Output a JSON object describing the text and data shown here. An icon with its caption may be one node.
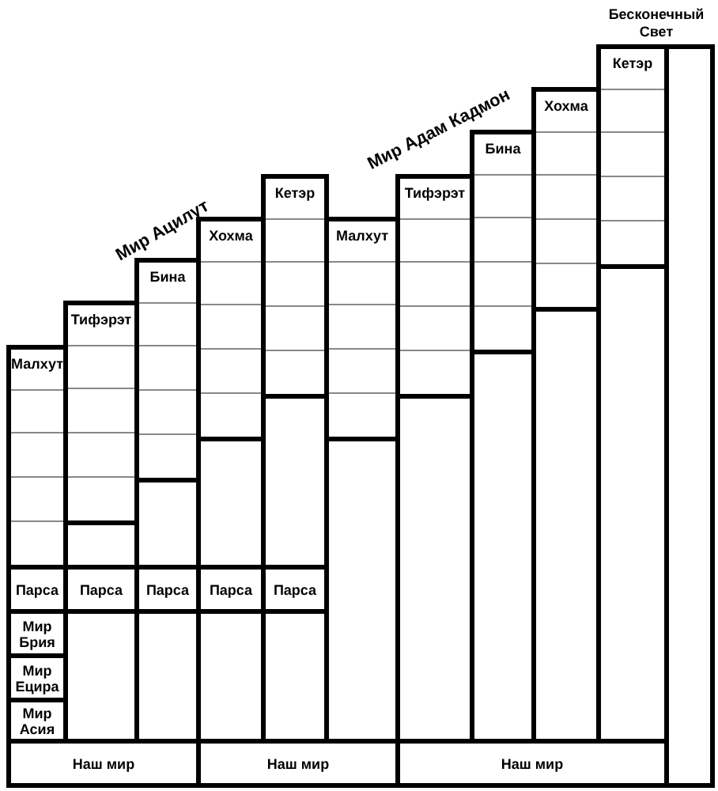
{
  "diagram": {
    "nodes": [
      {
        "text": [
          "Малхут"
        ]
      },
      {
        "text": [
          "Тифэрэт"
        ]
      },
      {
        "text": [
          "Бина"
        ]
      },
      {
        "text": [
          "Хохма"
        ]
      },
      {
        "text": [
          "Кетэр"
        ]
      },
      {
        "text": [
          "Малхут"
        ]
      },
      {
        "text": [
          "Тифэрэт"
        ]
      },
      {
        "text": [
          "Бина"
        ]
      },
      {
        "text": [
          "Хохма"
        ]
      },
      {
        "text": [
          "Кетэр"
        ]
      },
      {
        "text": [],
        "shape": "box"
      },
      {
        "text": [
          "Парса"
        ]
      },
      {
        "text": [
          "Парса"
        ]
      },
      {
        "text": [
          "Парса"
        ]
      },
      {
        "text": [
          "Парса"
        ]
      },
      {
        "text": [
          "Парса"
        ]
      },
      {
        "text": [
          "Мир Брия"
        ]
      },
      {
        "text": [
          "Мир Ецира"
        ]
      },
      {
        "text": [
          "Мир Асия"
        ]
      },
      {
        "text": [
          "Наш мир"
        ]
      },
      {
        "text": [
          "Наш мир"
        ]
      },
      {
        "text": [
          "Наш мир"
        ]
      }
    ],
    "labels": [
      "Бесконечный Свет",
      "Мир Адам Кадмон",
      "Мир Ацилут"
    ]
  }
}
